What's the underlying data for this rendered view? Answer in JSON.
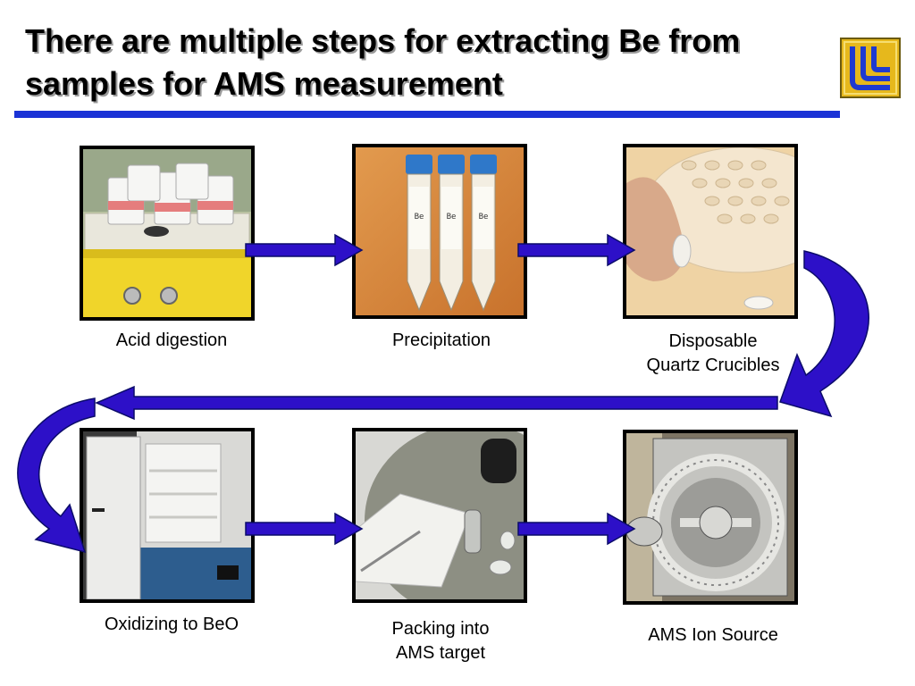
{
  "slide": {
    "title_line1": "There are multiple steps for extracting Be from",
    "title_line2": "samples for AMS measurement"
  },
  "colors": {
    "title_rule": "#1b33d6",
    "arrow_fill": "#2d10c8",
    "arrow_stroke": "#0b0b6a",
    "logo_gold": "#e6b81c",
    "logo_blue": "#1e3ad0"
  },
  "steps": [
    {
      "id": "acid-digestion",
      "lines": [
        "Acid digestion"
      ]
    },
    {
      "id": "precipitation",
      "lines": [
        "Precipitation"
      ]
    },
    {
      "id": "quartz-crucibles",
      "lines": [
        "Disposable",
        "Quartz Crucibles"
      ]
    },
    {
      "id": "oxidizing",
      "lines": [
        "Oxidizing to BeO"
      ]
    },
    {
      "id": "packing",
      "lines": [
        "Packing into",
        "AMS target"
      ]
    },
    {
      "id": "ion-source",
      "lines": [
        "AMS Ion Source"
      ]
    }
  ],
  "tube_labels": [
    "Be",
    "Be",
    "Be"
  ]
}
